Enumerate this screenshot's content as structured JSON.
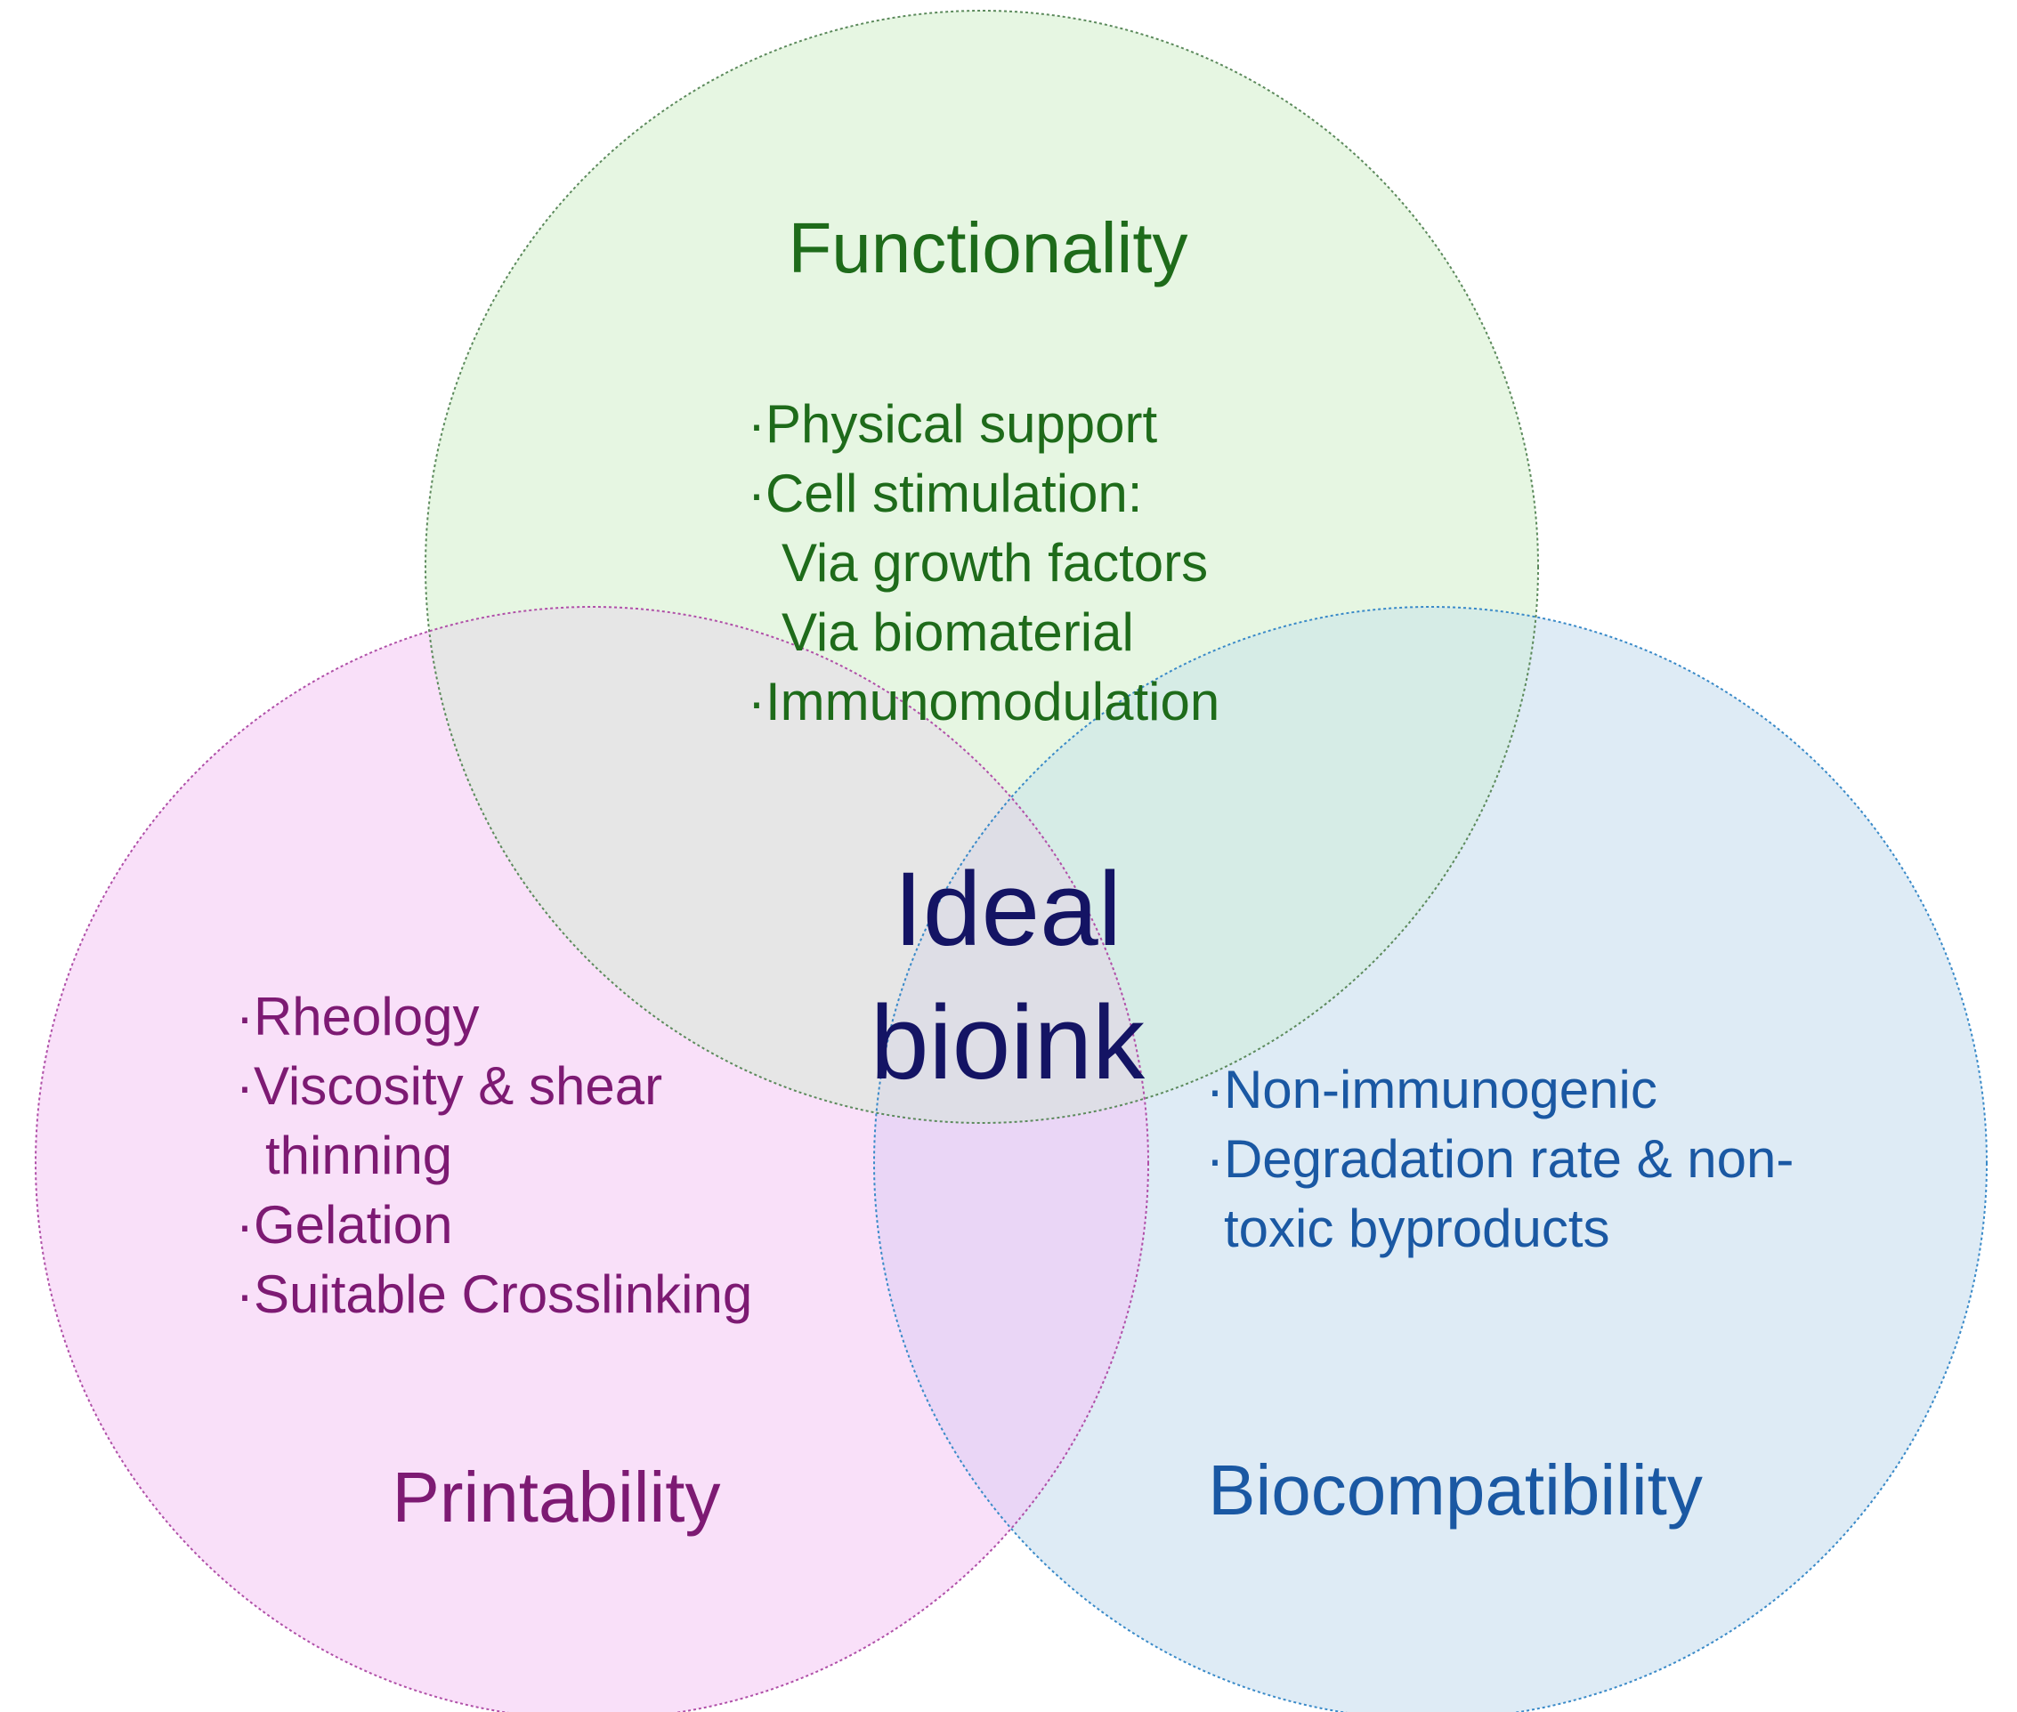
{
  "colors": {
    "functionality_fill": "#e6f6e2",
    "functionality_text": "#1e6b1a",
    "printability_fill": "#f9e0f9",
    "printability_text": "#7d1a73",
    "biocompatibility_fill": "#deebf5",
    "biocompatibility_text": "#1a58a3",
    "overlap_func_print": "#e6e6e6",
    "overlap_func_bio": "#d6ece6",
    "overlap_print_bio": "#ead6f6",
    "overlap_center": "#dedee6",
    "center_text": "#141464"
  },
  "center": {
    "line1": "Ideal",
    "line2": "bioink"
  },
  "functionality": {
    "title": "Functionality",
    "items": [
      "·Physical support",
      "·Cell stimulation:",
      "Via growth factors",
      "Via biomaterial",
      "·Immunomodulation"
    ]
  },
  "printability": {
    "title": "Printability",
    "items": [
      "·Rheology",
      "·Viscosity & shear",
      "thinning",
      "·Gelation",
      "·Suitable Crosslinking"
    ]
  },
  "biocompatibility": {
    "title": "Biocompatibility",
    "items": [
      "·Non-immunogenic",
      "·Degradation rate & non-",
      "toxic byproducts"
    ]
  }
}
